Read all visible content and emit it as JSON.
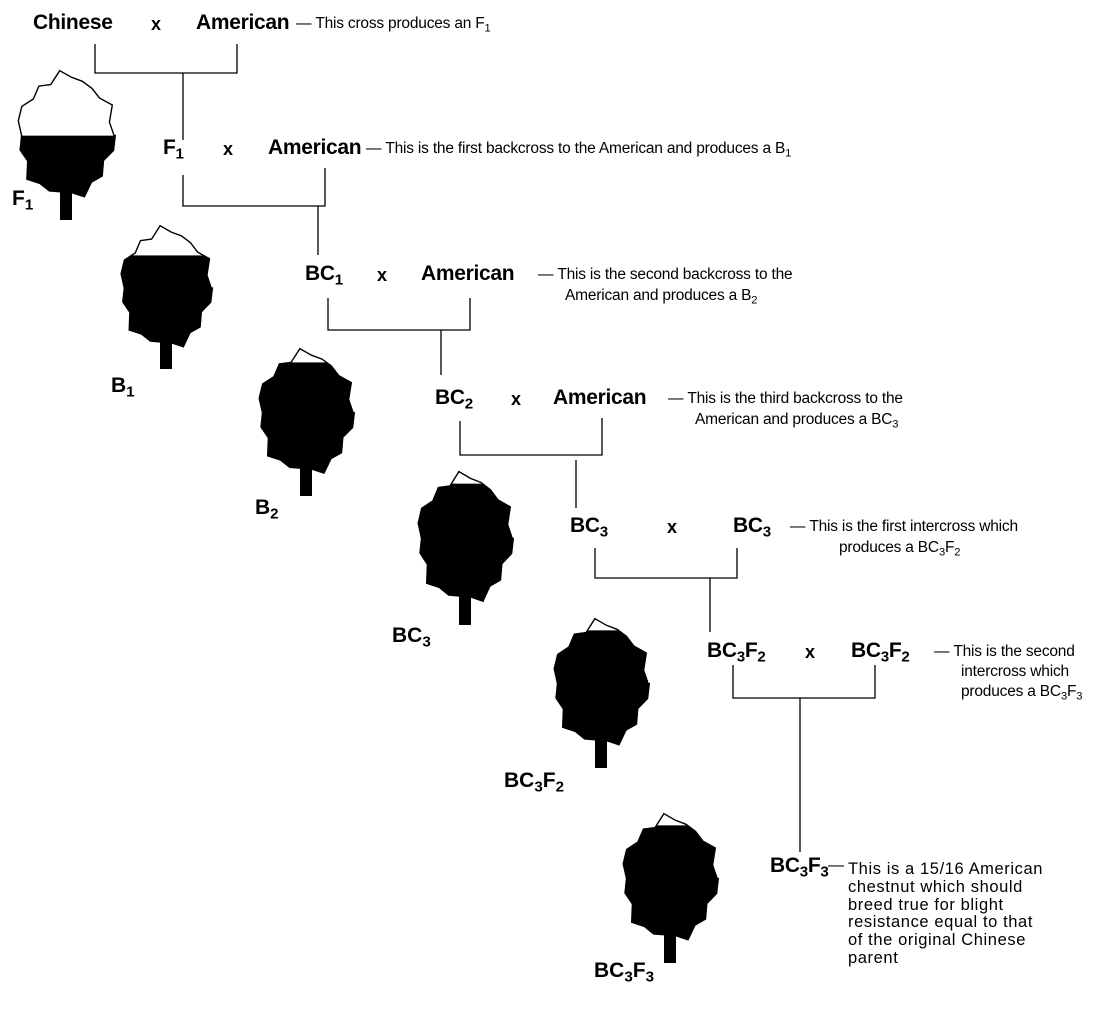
{
  "generations": [
    {
      "left": {
        "base": "Chinese",
        "sub": "",
        "post": "",
        "post_sub": ""
      },
      "right": {
        "base": "American",
        "sub": "",
        "post": "",
        "post_sub": ""
      },
      "note": [
        "This cross produces an F",
        "1"
      ]
    },
    {
      "left": {
        "base": "F",
        "sub": "1",
        "post": "",
        "post_sub": ""
      },
      "right": {
        "base": "American",
        "sub": "",
        "post": "",
        "post_sub": ""
      },
      "note": [
        "This is the first backcross to the American and produces a B",
        "1"
      ]
    },
    {
      "left": {
        "base": "BC",
        "sub": "1",
        "post": "",
        "post_sub": ""
      },
      "right": {
        "base": "American",
        "sub": "",
        "post": "",
        "post_sub": ""
      },
      "note_line1": "This is the second backcross to the",
      "note_line2": [
        "American and produces a B",
        "2"
      ]
    },
    {
      "left": {
        "base": "BC",
        "sub": "2",
        "post": "",
        "post_sub": ""
      },
      "right": {
        "base": "American",
        "sub": "",
        "post": "",
        "post_sub": ""
      },
      "note_line1": "This is the third backcross to the",
      "note_line2": [
        "American and produces a BC",
        "3"
      ]
    },
    {
      "left": {
        "base": "BC",
        "sub": "3",
        "post": "",
        "post_sub": ""
      },
      "right": {
        "base": "BC",
        "sub": "3",
        "post": "",
        "post_sub": ""
      },
      "note_line1": "This is the first intercross which",
      "note_line2": [
        "produces a BC",
        "3",
        "F",
        "2"
      ]
    },
    {
      "left": {
        "base": "BC",
        "sub": "3",
        "post": "F",
        "post_sub": "2"
      },
      "right": {
        "base": "BC",
        "sub": "3",
        "post": "F",
        "post_sub": "2"
      },
      "note_line1": "This is the second",
      "note_line2": "intercross which",
      "note_line3": [
        "produces a BC",
        "3",
        "F",
        "3"
      ]
    }
  ],
  "final": {
    "node": {
      "base": "BC",
      "sub": "3",
      "post": "F",
      "post_sub": "3"
    },
    "note_lines": [
      "This is a 15/16 American",
      "chestnut which should",
      "breed true for blight",
      "resistance equal to that",
      "of the original Chinese",
      "parent"
    ]
  },
  "cross_symbol": "x",
  "dash": "—",
  "tree_labels": [
    {
      "base": "F",
      "sub": "1",
      "post": "",
      "post_sub": ""
    },
    {
      "base": "B",
      "sub": "1",
      "post": "",
      "post_sub": ""
    },
    {
      "base": "B",
      "sub": "2",
      "post": "",
      "post_sub": ""
    },
    {
      "base": "BC",
      "sub": "3",
      "post": "",
      "post_sub": ""
    },
    {
      "base": "BC",
      "sub": "3",
      "post": "F",
      "post_sub": "2"
    },
    {
      "base": "BC",
      "sub": "3",
      "post": "F",
      "post_sub": "3"
    }
  ],
  "tree_resistant_fraction": [
    0.5,
    0.25,
    0.125,
    0.0625,
    0.0625,
    0.0625
  ],
  "colors": {
    "ink": "#000000",
    "paper": "#ffffff"
  }
}
